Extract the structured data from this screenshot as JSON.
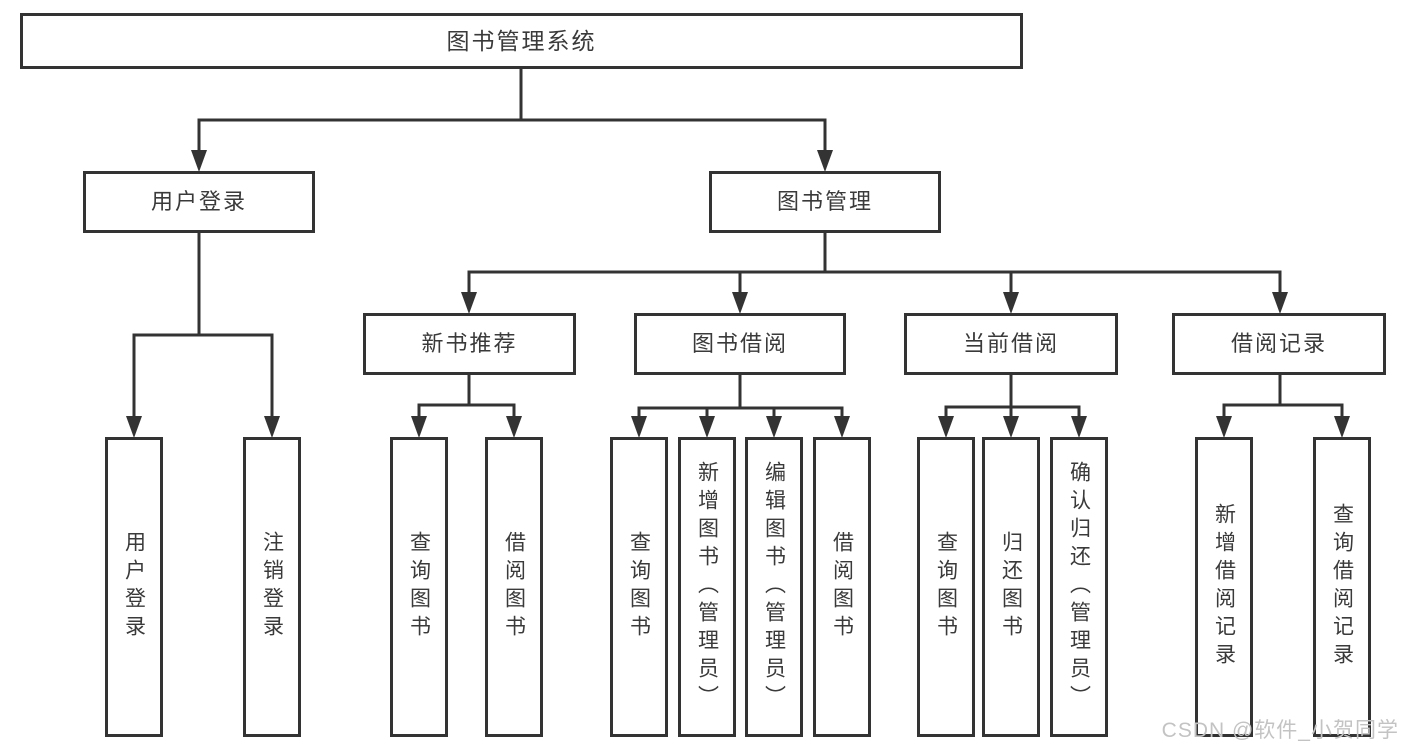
{
  "diagram": {
    "nodes": {
      "root": "图书管理系统",
      "user_login": "用户登录",
      "book_mgmt": "图书管理",
      "new_book_rec": "新书推荐",
      "book_borrow": "图书借阅",
      "current_borrow": "当前借阅",
      "borrow_records": "借阅记录",
      "leaf_user_login": "用户登录",
      "leaf_logout": "注销登录",
      "leaf_rec_query_book": "查询图书",
      "leaf_rec_borrow_book": "借阅图书",
      "leaf_bor_query_book": "查询图书",
      "leaf_bor_add_book": "新增图书（管理员）",
      "leaf_bor_edit_book": "编辑图书（管理员）",
      "leaf_bor_borrow_book": "借阅图书",
      "leaf_cur_query_book": "查询图书",
      "leaf_cur_return_book": "归还图书",
      "leaf_cur_confirm_return": "确认归还（管理员）",
      "leaf_log_add_record": "新增借阅记录",
      "leaf_log_query_record": "查询借阅记录"
    },
    "hierarchy": {
      "图书管理系统": {
        "用户登录": [
          "用户登录",
          "注销登录"
        ],
        "图书管理": {
          "新书推荐": [
            "查询图书",
            "借阅图书"
          ],
          "图书借阅": [
            "查询图书",
            "新增图书（管理员）",
            "编辑图书（管理员）",
            "借阅图书"
          ],
          "当前借阅": [
            "查询图书",
            "归还图书",
            "确认归还（管理员）"
          ],
          "借阅记录": [
            "新增借阅记录",
            "查询借阅记录"
          ]
        }
      }
    }
  },
  "watermark": "CSDN @软件_小贺同学",
  "colors": {
    "line": "#333333",
    "border": "#333333",
    "text": "#3a3a3a",
    "watermark": "#c3c3c3",
    "background": "#ffffff"
  }
}
